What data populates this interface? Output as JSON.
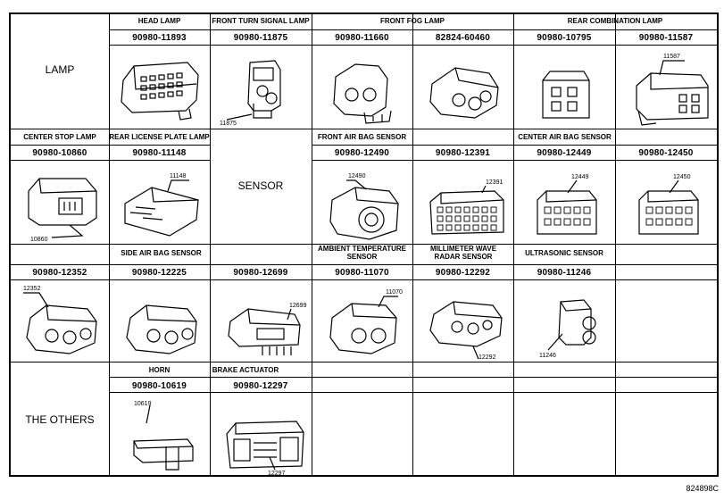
{
  "rows": [
    {
      "section_label": "LAMP",
      "headers": [
        "HEAD LAMP",
        "FRONT TURN SIGNAL LAMP",
        "FRONT FOG LAMP",
        "REAR COMBINATION LAMP"
      ],
      "parts": [
        "90980-11893",
        "90980-11875",
        "90980-11660",
        "82824-60460",
        "90980-10795",
        "90980-11587"
      ],
      "callouts": [
        "11875",
        "11587"
      ]
    },
    {
      "section_label": "SENSOR",
      "headers": [
        "CENTER STOP LAMP",
        "REAR LICENSE PLATE LAMP",
        "FRONT AIR BAG SENSOR",
        "CENTER AIR BAG SENSOR"
      ],
      "parts": [
        "90980-10860",
        "90980-11148",
        "90980-12490",
        "90980-12391",
        "90980-12449",
        "90980-12450"
      ],
      "callouts": [
        "10860",
        "11148",
        "12490",
        "12391",
        "12449",
        "12450"
      ]
    },
    {
      "headers": [
        "SIDE AIR BAG SENSOR",
        "AMBIENT TEMPERATURE SENSOR",
        "MILLIMETER WAVE RADAR SENSOR",
        "ULTRASONIC SENSOR"
      ],
      "parts": [
        "90980-12352",
        "90980-12225",
        "90980-12699",
        "90980-11070",
        "90980-12292",
        "90980-11246"
      ],
      "callouts": [
        "12352",
        "12699",
        "11070",
        "12292",
        "11246"
      ]
    },
    {
      "section_label": "THE OTHERS",
      "headers": [
        "HORN",
        "BRAKE ACTUATOR"
      ],
      "parts": [
        "90980-10619",
        "90980-12297"
      ],
      "callouts": [
        "10619",
        "12297"
      ]
    }
  ],
  "figure_code": "824898C"
}
